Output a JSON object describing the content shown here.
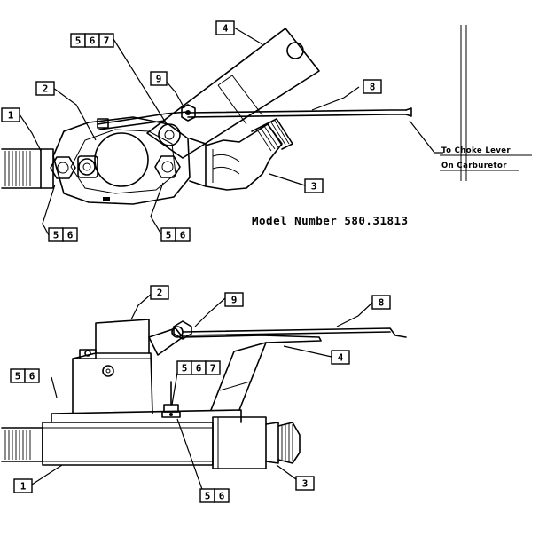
{
  "model_label": "Model Number 580.31813",
  "choke_note": {
    "line1": "To Choke Lever",
    "line2": "On Carburetor"
  },
  "callouts": {
    "top_1": "1",
    "top_2": "2",
    "top_3": "3",
    "top_4": "4",
    "top_567_a": "5",
    "top_567_b": "6",
    "top_567_c": "7",
    "top_56_left_a": "5",
    "top_56_left_b": "6",
    "top_56_right_a": "5",
    "top_56_right_b": "6",
    "top_8": "8",
    "top_9": "9",
    "bot_1": "1",
    "bot_2": "2",
    "bot_3": "3",
    "bot_4": "4",
    "bot_56_left_a": "5",
    "bot_56_left_b": "6",
    "bot_567_a": "5",
    "bot_567_b": "6",
    "bot_567_c": "7",
    "bot_56_bottom_a": "5",
    "bot_56_bottom_b": "6",
    "bot_8": "8",
    "bot_9": "9"
  }
}
